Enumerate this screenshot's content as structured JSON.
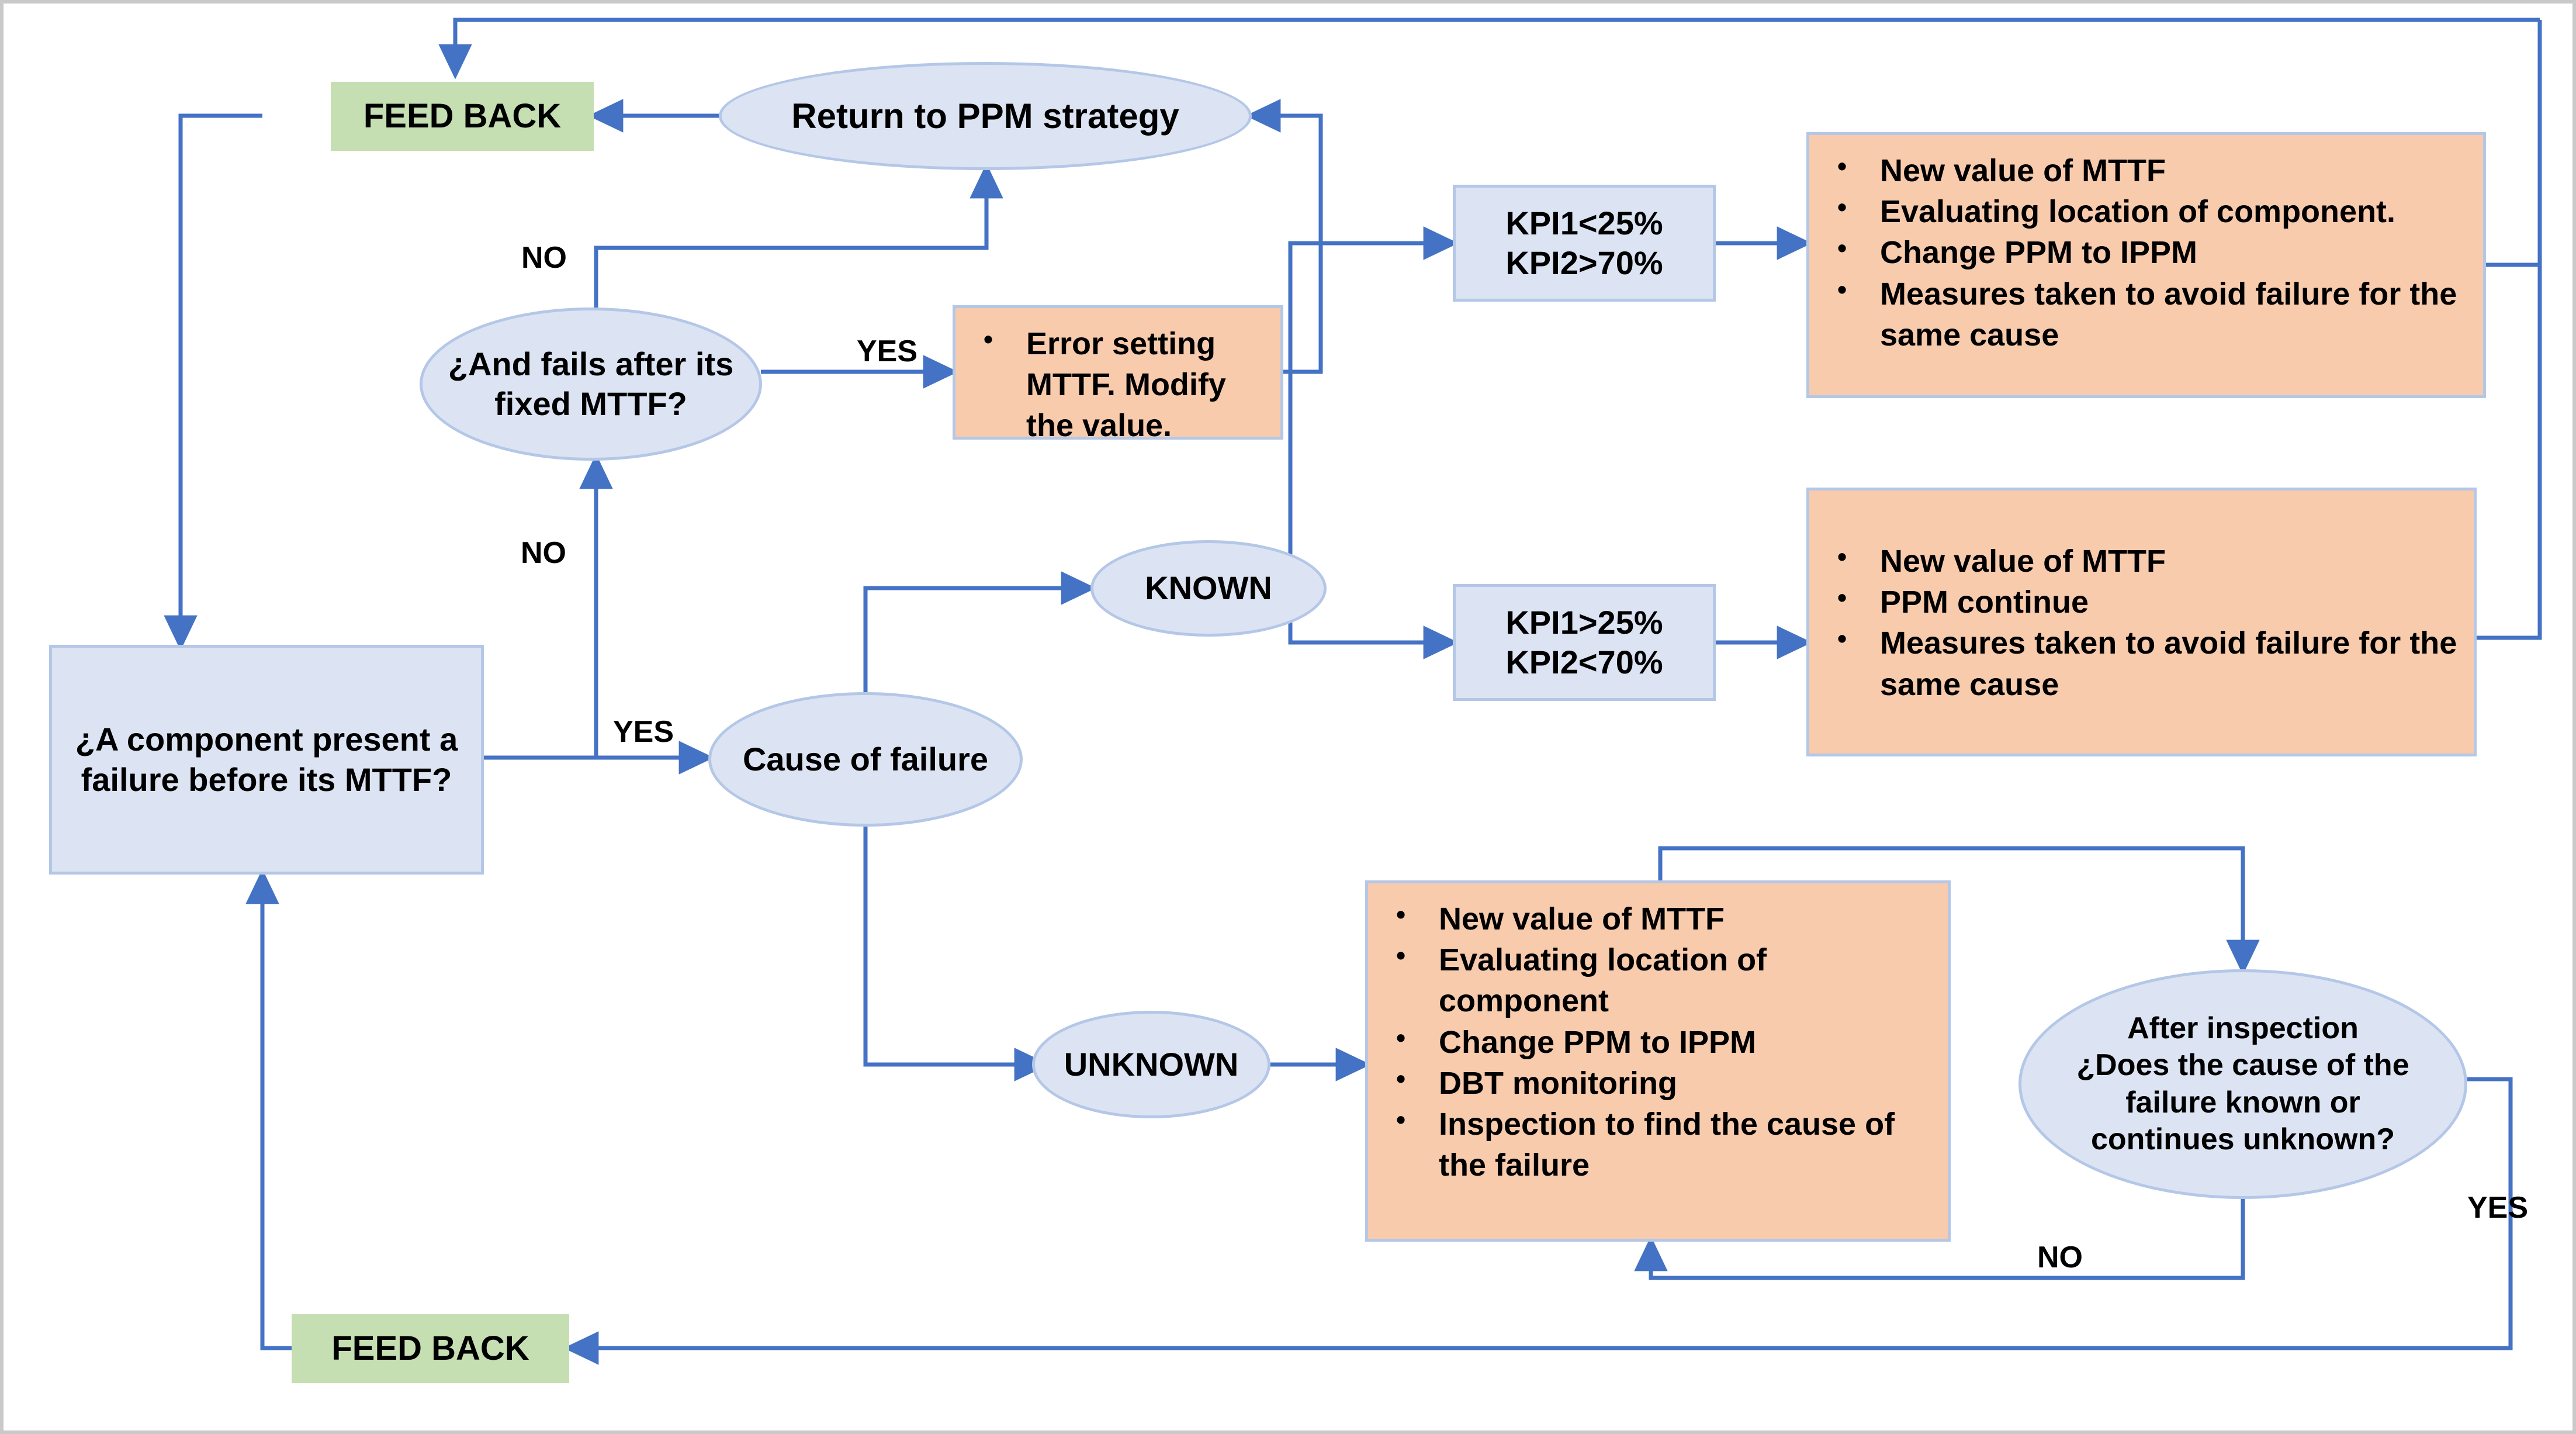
{
  "diagram": {
    "title": "PPM failure decision flowchart",
    "colors": {
      "process_fill": "#dce3f2",
      "process_border": "#b4c7e7",
      "feedback_fill": "#c5dfb3",
      "action_fill": "#f8cbad",
      "connector": "#4472c4",
      "page_border": "#c9c9c9",
      "text": "#000000"
    }
  },
  "nodes": {
    "feedback_top": {
      "label": "FEED BACK",
      "shape": "rectangle"
    },
    "return_ppm": {
      "label": "Return to PPM strategy",
      "shape": "ellipse"
    },
    "fails_after_mttf": {
      "line1": "¿And fails after its",
      "line2": "fixed MTTF?",
      "shape": "ellipse"
    },
    "error_setting": {
      "shape": "rectangle",
      "bullets": [
        "Error setting MTTF. Modify the value."
      ]
    },
    "kpi_high": {
      "line1": "KPI1<25%",
      "line2": "KPI2>70%",
      "shape": "rectangle"
    },
    "kpi_low": {
      "line1": "KPI1>25%",
      "line2": "KPI2<70%",
      "shape": "rectangle"
    },
    "actions_kpi_high": {
      "shape": "rectangle",
      "bullets": [
        "New value of MTTF",
        "Evaluating location of component.",
        "Change PPM to IPPM",
        "Measures taken to avoid failure for the same cause"
      ]
    },
    "actions_kpi_low": {
      "shape": "rectangle",
      "bullets": [
        "New value of MTTF",
        "PPM continue",
        "Measures taken to avoid failure for the same cause"
      ]
    },
    "component_failure": {
      "line1": "¿A component present a",
      "line2": "failure before its MTTF?",
      "shape": "rectangle"
    },
    "cause_of_failure": {
      "label": "Cause of  failure",
      "shape": "ellipse"
    },
    "known": {
      "label": "KNOWN",
      "shape": "ellipse"
    },
    "unknown": {
      "label": "UNKNOWN",
      "shape": "ellipse"
    },
    "actions_unknown": {
      "shape": "rectangle",
      "bullets": [
        "New value of MTTF",
        "Evaluating location of component",
        "Change PPM to IPPM",
        "DBT monitoring",
        "Inspection to find the cause of the failure"
      ]
    },
    "after_inspection": {
      "line1": "After inspection",
      "line2": "¿Does the cause of the",
      "line3": "failure known or",
      "line4": "continues unknown?",
      "shape": "ellipse"
    },
    "feedback_bottom": {
      "label": "FEED BACK",
      "shape": "rectangle"
    }
  },
  "edge_labels": {
    "fails_no": "NO",
    "fails_yes": "YES",
    "component_no": "NO",
    "component_yes": "YES",
    "inspection_no": "NO",
    "inspection_yes": "YES"
  }
}
